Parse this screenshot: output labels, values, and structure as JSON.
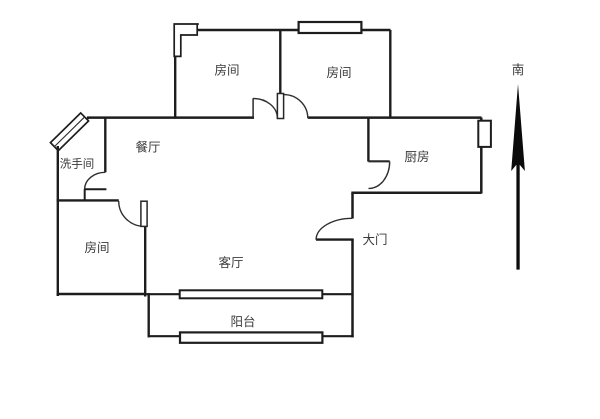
{
  "floorplan": {
    "type": "apartment-floor-plan",
    "labels": {
      "bedroom1": "房间",
      "bedroom2": "房间",
      "bedroom3": "房间",
      "dining": "餐厅",
      "bathroom": "洗手间",
      "kitchen": "厨房",
      "living": "客厅",
      "balcony": "阳台",
      "entrance": "大门",
      "compass_south": "南"
    },
    "colors": {
      "wall": "#1d1d1d",
      "background": "#ffffff",
      "text": "#3a3a3a",
      "arrow": "#0b0b0b"
    }
  }
}
